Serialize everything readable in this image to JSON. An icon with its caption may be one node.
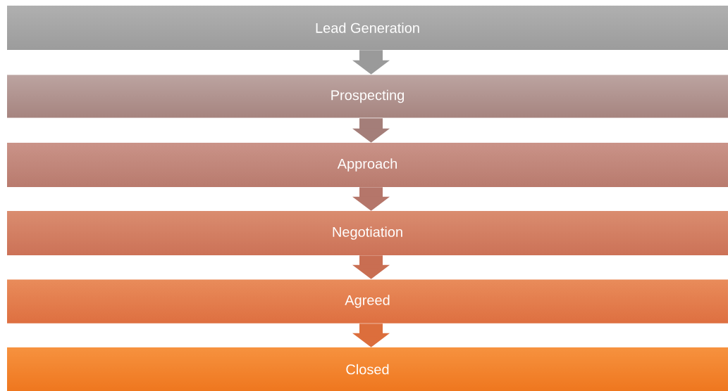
{
  "diagram": {
    "nodes": [
      {
        "text": [
          "Lead Generation"
        ]
      },
      {
        "text": [
          "Prospecting"
        ]
      },
      {
        "text": [
          "Approach"
        ]
      },
      {
        "text": [
          "Negotiation"
        ]
      },
      {
        "text": [
          "Agreed"
        ]
      },
      {
        "text": [
          "Closed"
        ]
      }
    ],
    "edges": [
      {
        "from": 0,
        "to": 1,
        "arrow": "to",
        "color": "#9a9a9a"
      },
      {
        "from": 1,
        "to": 2,
        "arrow": "to",
        "color": "#a47e79"
      },
      {
        "from": 2,
        "to": 3,
        "arrow": "to",
        "color": "#b5766a"
      },
      {
        "from": 3,
        "to": 4,
        "arrow": "to",
        "color": "#c96e52"
      },
      {
        "from": 4,
        "to": 5,
        "arrow": "to",
        "color": "#dc6e3c"
      }
    ]
  }
}
